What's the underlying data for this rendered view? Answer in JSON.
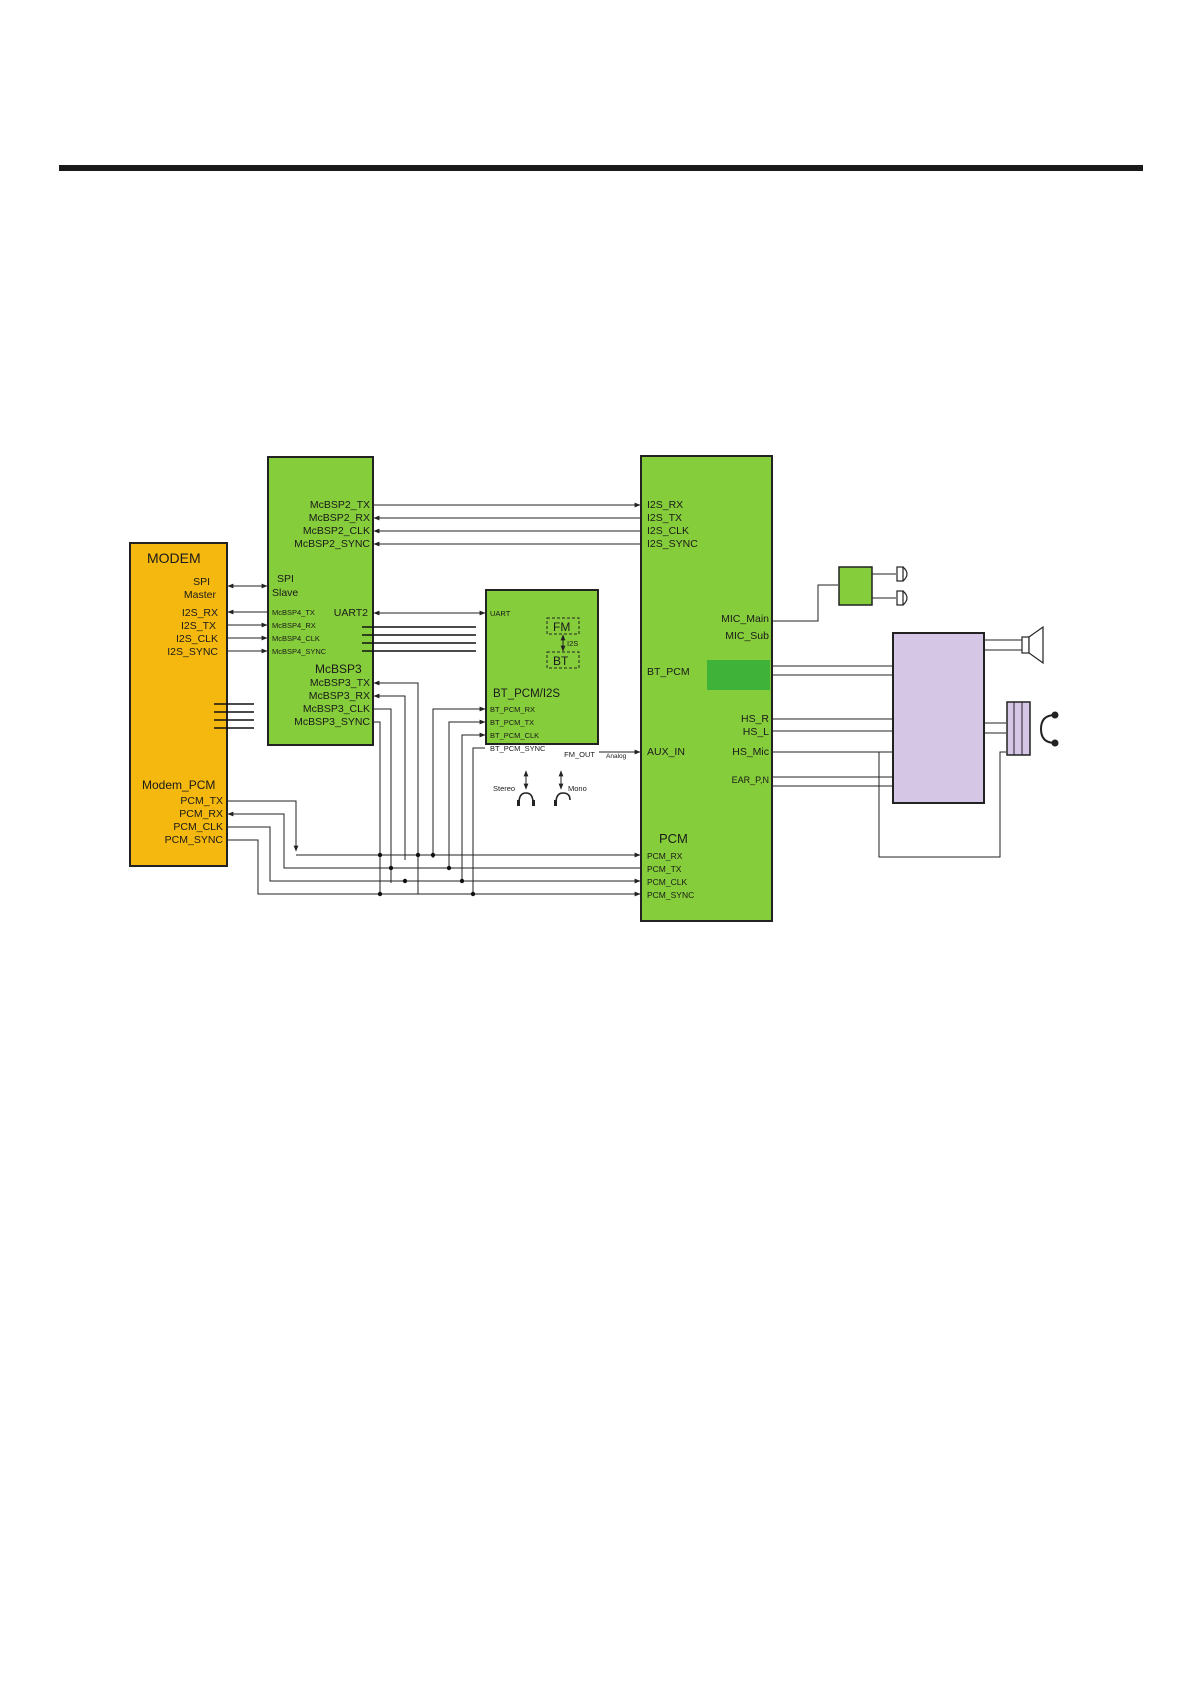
{
  "colors": {
    "modem": "#f5b80f",
    "chip": "#86cd3b",
    "amp": "#d6c6e6",
    "bt_pcm_patch": "#3fb23a",
    "line": "#222222"
  },
  "modem": {
    "title": "MODEM",
    "spi": "SPI",
    "master": "Master",
    "i2s_rx": "I2S_RX",
    "i2s_tx": "I2S_TX",
    "i2s_clk": "I2S_CLK",
    "i2s_sync": "I2S_SYNC",
    "pcm_title": "Modem_PCM",
    "pcm_tx": "PCM_TX",
    "pcm_rx": "PCM_RX",
    "pcm_clk": "PCM_CLK",
    "pcm_sync": "PCM_SYNC"
  },
  "ap": {
    "mcbsp2_tx": "McBSP2_TX",
    "mcbsp2_rx": "McBSP2_RX",
    "mcbsp2_clk": "McBSP2_CLK",
    "mcbsp2_sync": "McBSP2_SYNC",
    "spi": "SPI",
    "slave": "Slave",
    "uart2": "UART2",
    "mcbsp4_tx": "McBSP4_TX",
    "mcbsp4_rx": "McBSP4_RX",
    "mcbsp4_clk": "McBSP4_CLK",
    "mcbsp4_sync": "McBSP4_SYNC",
    "mcbsp3": "McBSP3",
    "mcbsp3_tx": "McBSP3_TX",
    "mcbsp3_rx": "McBSP3_RX",
    "mcbsp3_clk": "McBSP3_CLK",
    "mcbsp3_sync": "McBSP3_SYNC"
  },
  "bt": {
    "uart": "UART",
    "fm": "FM",
    "i2s": "I2S",
    "bt": "BT",
    "title": "BT_PCM/I2S",
    "bt_pcm_rx": "BT_PCM_RX",
    "bt_pcm_tx": "BT_PCM_TX",
    "bt_pcm_clk": "BT_PCM_CLK",
    "bt_pcm_sync": "BT_PCM_SYNC",
    "fm_out": "FM_OUT",
    "stereo": "Stereo",
    "mono": "Mono",
    "analog": "Analog"
  },
  "codec": {
    "i2s_rx": "I2S_RX",
    "i2s_tx": "I2S_TX",
    "i2s_clk": "I2S_CLK",
    "i2s_sync": "I2S_SYNC",
    "mic_main": "MIC_Main",
    "mic_sub": "MIC_Sub",
    "bt_pcm": "BT_PCM",
    "hs_r": "HS_R",
    "hs_l": "HS_L",
    "aux_in": "AUX_IN",
    "hs_mic": "HS_Mic",
    "ear_pn": "EAR_P,N",
    "pcm": "PCM",
    "pcm_rx": "PCM_RX",
    "pcm_tx": "PCM_TX",
    "pcm_clk": "PCM_CLK",
    "pcm_sync": "PCM_SYNC"
  }
}
